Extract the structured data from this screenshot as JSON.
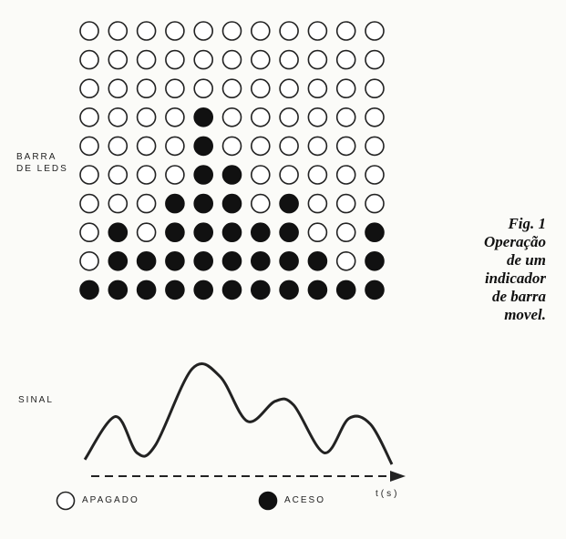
{
  "led_bar_label": [
    "BARRA",
    "DE LEDS"
  ],
  "signal_label": "SINAL",
  "time_axis_label": "t(s)",
  "caption": {
    "lines": [
      "Fig. 1",
      "Operação",
      "de um",
      "indicador",
      "de barra",
      "movel."
    ]
  },
  "legend": {
    "off_label": "APAGADO",
    "on_label": "ACESO"
  },
  "led_matrix": {
    "rows": 10,
    "columns": 11,
    "lit_column_heights": [
      1,
      3,
      2,
      4,
      7,
      5,
      3,
      4,
      2,
      1,
      3
    ],
    "lit_color": "#111111",
    "off_fill": "#ffffff"
  },
  "signal_curve": {
    "stroke": "#222222",
    "points": [
      [
        0,
        0.05
      ],
      [
        0.1,
        0.5
      ],
      [
        0.17,
        0.12
      ],
      [
        0.23,
        0.2
      ],
      [
        0.35,
        1.0
      ],
      [
        0.44,
        0.92
      ],
      [
        0.53,
        0.45
      ],
      [
        0.62,
        0.66
      ],
      [
        0.68,
        0.62
      ],
      [
        0.78,
        0.12
      ],
      [
        0.86,
        0.48
      ],
      [
        0.93,
        0.42
      ],
      [
        1.0,
        0.0
      ]
    ]
  }
}
